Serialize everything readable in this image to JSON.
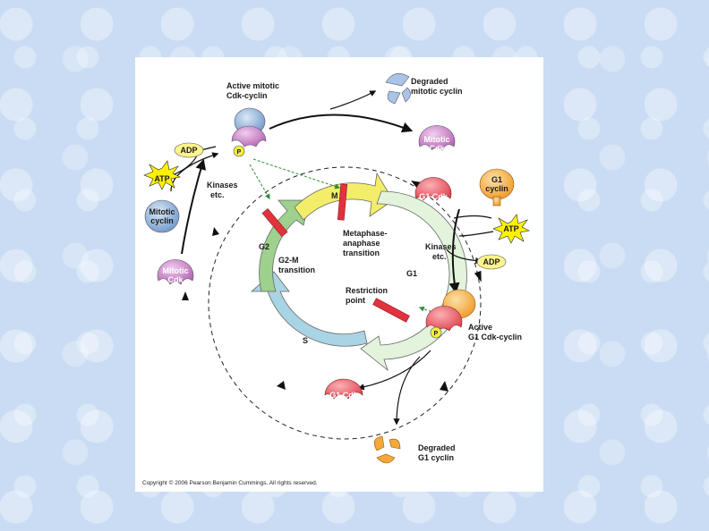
{
  "labels": {
    "active_mitotic": [
      "Active mitotic",
      "Cdk-cyclin"
    ],
    "degraded_mitotic": [
      "Degraded",
      "mitotic cyclin"
    ],
    "mitotic_cdk_top": [
      "Mitotic",
      "Cdk"
    ],
    "g1_cyclin": [
      "G1",
      "cyclin"
    ],
    "g1_cdk_top": "G1 Cdk",
    "atp": "ATP",
    "adp": "ADP",
    "kinases_left": [
      "Kinases",
      "etc."
    ],
    "kinases_right": [
      "Kinases",
      "etc."
    ],
    "mitotic_cyclin": [
      "Mitotic",
      "cyclin"
    ],
    "mitotic_cdk_left": [
      "Mitotic",
      "Cdk"
    ],
    "phase_m": "M",
    "phase_g2": "G2",
    "phase_g1": "G1",
    "phase_s": "S",
    "g2m": [
      "G2-M",
      "transition"
    ],
    "metaphase": [
      "Metaphase-",
      "anaphase",
      "transition"
    ],
    "restriction": [
      "Restriction",
      "point"
    ],
    "active_g1": [
      "Active",
      "G1 Cdk-cyclin"
    ],
    "g1_cdk_bottom": "G1 Cdk",
    "degraded_g1": [
      "Degraded",
      "G1 cyclin"
    ],
    "phosphate": "P"
  },
  "copyright": "Copyright © 2006 Pearson Benjamin Cummings. All rights reserved.",
  "colors": {
    "page_background": "#c9dcf3",
    "mitotic_cdk": "#c77bc4",
    "g1_cdk": "#e8505a",
    "cyclin_blue": "#7fa8d4",
    "g1_cyclin": "#f4a83a",
    "starburst": "#fff200",
    "phase_m": "#f3ee6a",
    "phase_g1": "#d3ecc8",
    "phase_s": "#a9d4e4",
    "phase_g2": "#9fd18e",
    "checkpoint_bar": "#e2323e"
  }
}
